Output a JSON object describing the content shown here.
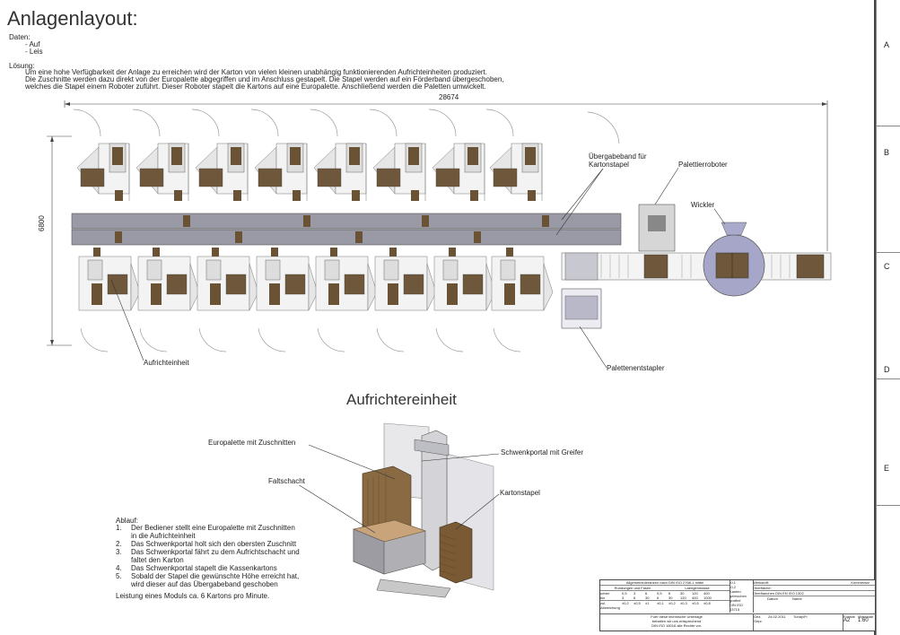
{
  "title": "Anlagenlayout:",
  "daten": {
    "heading": "Daten:",
    "items": [
      "- Auf",
      "- Leis"
    ]
  },
  "loesung": {
    "heading": "Lösung:",
    "lines": [
      "Um eine hohe Verfügbarkeit der Anlage zu erreichen wird der Karton von vielen kleinen unabhängig funktionierenden Aufrichteinheiten produziert.",
      "Die Zuschnitte werden dazu direkt von der Europalette abgegriffen und im Anschluss gestapelt. Die Stapel werden auf ein Förderband übergeschoben,",
      "welches die Stapel einem Roboter zuführt. Dieser Roboter stapelt die Kartons auf eine Europalette. Anschließend werden die Paletten umwickelt."
    ]
  },
  "dimensions": {
    "width": "28674",
    "height": "6800"
  },
  "layout_labels": {
    "uebergabeband_1": "Übergabeband für",
    "uebergabeband_2": "Kartonstapel",
    "palettierroboter": "Palettierroboter",
    "wickler": "Wickler",
    "aufrichteinheit": "Aufrichteinheit",
    "palettenentstapler": "Palettenentstapler"
  },
  "detail": {
    "title": "Aufrichtereinheit",
    "labels": {
      "europalette": "Europalette mit Zuschnitten",
      "faltschacht": "Faltschacht",
      "schwenkportal": "Schwenkportal mit Greifer",
      "kartonstapel": "Kartonstapel"
    }
  },
  "ablauf": {
    "heading": "Ablauf:",
    "steps": [
      {
        "n": "1.",
        "text": "Der Bediener stellt eine Europalette mit Zuschnitten"
      },
      {
        "n": "",
        "text": "in die Aufrichteinheit"
      },
      {
        "n": "2.",
        "text": "Das Schwenkportal holt sich den obersten Zuschnitt"
      },
      {
        "n": "3.",
        "text": "Das Schwenkportal fährt zu dem Aufrichtschacht und"
      },
      {
        "n": "",
        "text": "faltet den Karton"
      },
      {
        "n": "4.",
        "text": "Das Schwenkportal stapelt die Kassenkartons"
      },
      {
        "n": "5.",
        "text": "Sobald der Stapel die gewünschte Höhe erreicht hat,"
      },
      {
        "n": "",
        "text": "wird dieser auf das Übergabeband geschoben"
      }
    ],
    "leistung": "Leistung eines Moduls ca. 6 Kartons pro Minute."
  },
  "frame_letters": [
    "A",
    "B",
    "C",
    "D",
    "E"
  ],
  "title_block": {
    "tol_header": "Allgemeintoleranzen nach DIN ISO 2768-1 mittel",
    "rundungen": "Rundungen und Fasen",
    "laengenmasse": "Laengenmasse",
    "row1": [
      "ueber",
      "0,5",
      "3",
      "6",
      "0,5",
      "6",
      "30",
      "120",
      "400"
    ],
    "row2": [
      "bis",
      "3",
      "6",
      "30",
      "6",
      "30",
      "120",
      "400",
      "1000"
    ],
    "row3": [
      "zul. Abweichung",
      "±0,2",
      "±0,5",
      "±1",
      "±0,1",
      "±0,2",
      "±0,3",
      "±0,5",
      "±0,8"
    ],
    "werkstoff": "Werkstoff:",
    "oberflaeche": "Oberfläche:",
    "kommentar": "Kommentar",
    "oberflaechen_norm": "Oberflaechen DIN EN ISO 1302",
    "datum": "Datum",
    "name": "Name",
    "gez": "Gez.",
    "gepr": "Gepr.",
    "gez_date": "24.02.2011",
    "gez_name": "Tunay/Fr",
    "format_label": "Format",
    "format": "A2",
    "massstab_label": "Massstab",
    "massstab": "1:60",
    "kanten": "Kanten gebrochen gratfrei",
    "kanten_norm": "DIN ISO 13715",
    "kanten_val1": "-0,1",
    "kanten_val2": "-0,2",
    "notice_1": "Fuer diese technische Unterlage",
    "notice_2": "behalten wir uns entsprechend",
    "notice_3": "DIN ISO 16016 alle Rechte vor."
  }
}
